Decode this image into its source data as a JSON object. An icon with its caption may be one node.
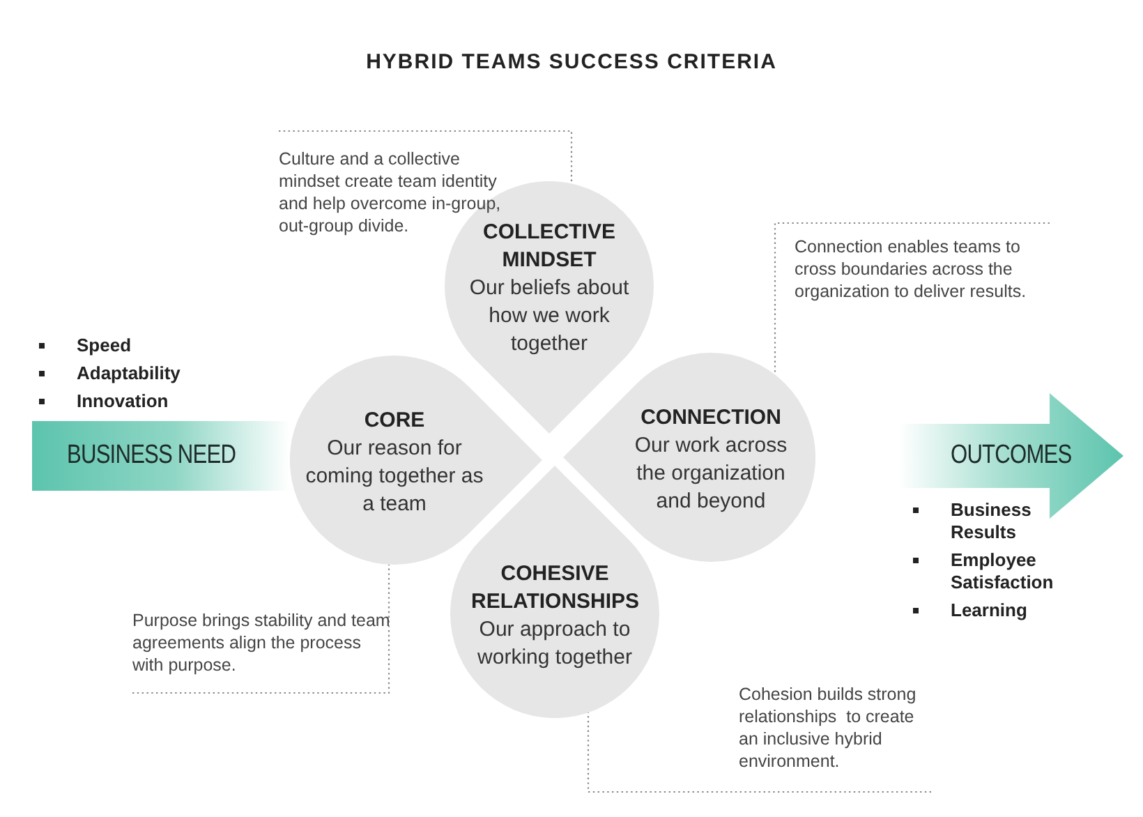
{
  "diagram": {
    "title": "HYBRID TEAMS SUCCESS CRITERIA",
    "nodes": [
      {
        "text": [
          "COLLECTIVE MINDSET",
          "Our beliefs about how we work together"
        ]
      },
      {
        "text": [
          "CORE",
          "Our reason for coming together as a team"
        ]
      },
      {
        "text": [
          "CONNECTION",
          "Our work across the organization and beyond"
        ]
      },
      {
        "text": [
          "COHESIVE RELATIONSHIPS",
          "Our approach to working together"
        ]
      },
      {
        "text": [
          "BUSINESS NEED"
        ],
        "beside": [
          "Speed",
          "Adaptability",
          "Innovation"
        ]
      },
      {
        "text": [
          "OUTCOMES"
        ],
        "beside": [
          "Business Results",
          "Employee Satisfaction",
          "Learning"
        ]
      },
      {
        "text": [
          "Culture and a collective mindset create team identity and help overcome in-group, out-group divide."
        ]
      },
      {
        "text": [
          "Connection enables teams to cross boundaries across the organization to deliver results."
        ]
      },
      {
        "text": [
          "Purpose brings stability and team agreements align the process with purpose."
        ]
      },
      {
        "text": [
          "Cohesion builds strong relationships  to create an inclusive hybrid environment."
        ]
      }
    ],
    "edges": [
      {
        "from": 6,
        "to": 0,
        "arrow": "none"
      },
      {
        "from": 7,
        "to": 2,
        "arrow": "none"
      },
      {
        "from": 8,
        "to": 1,
        "arrow": "none"
      },
      {
        "from": 9,
        "to": 3,
        "arrow": "none"
      }
    ]
  }
}
